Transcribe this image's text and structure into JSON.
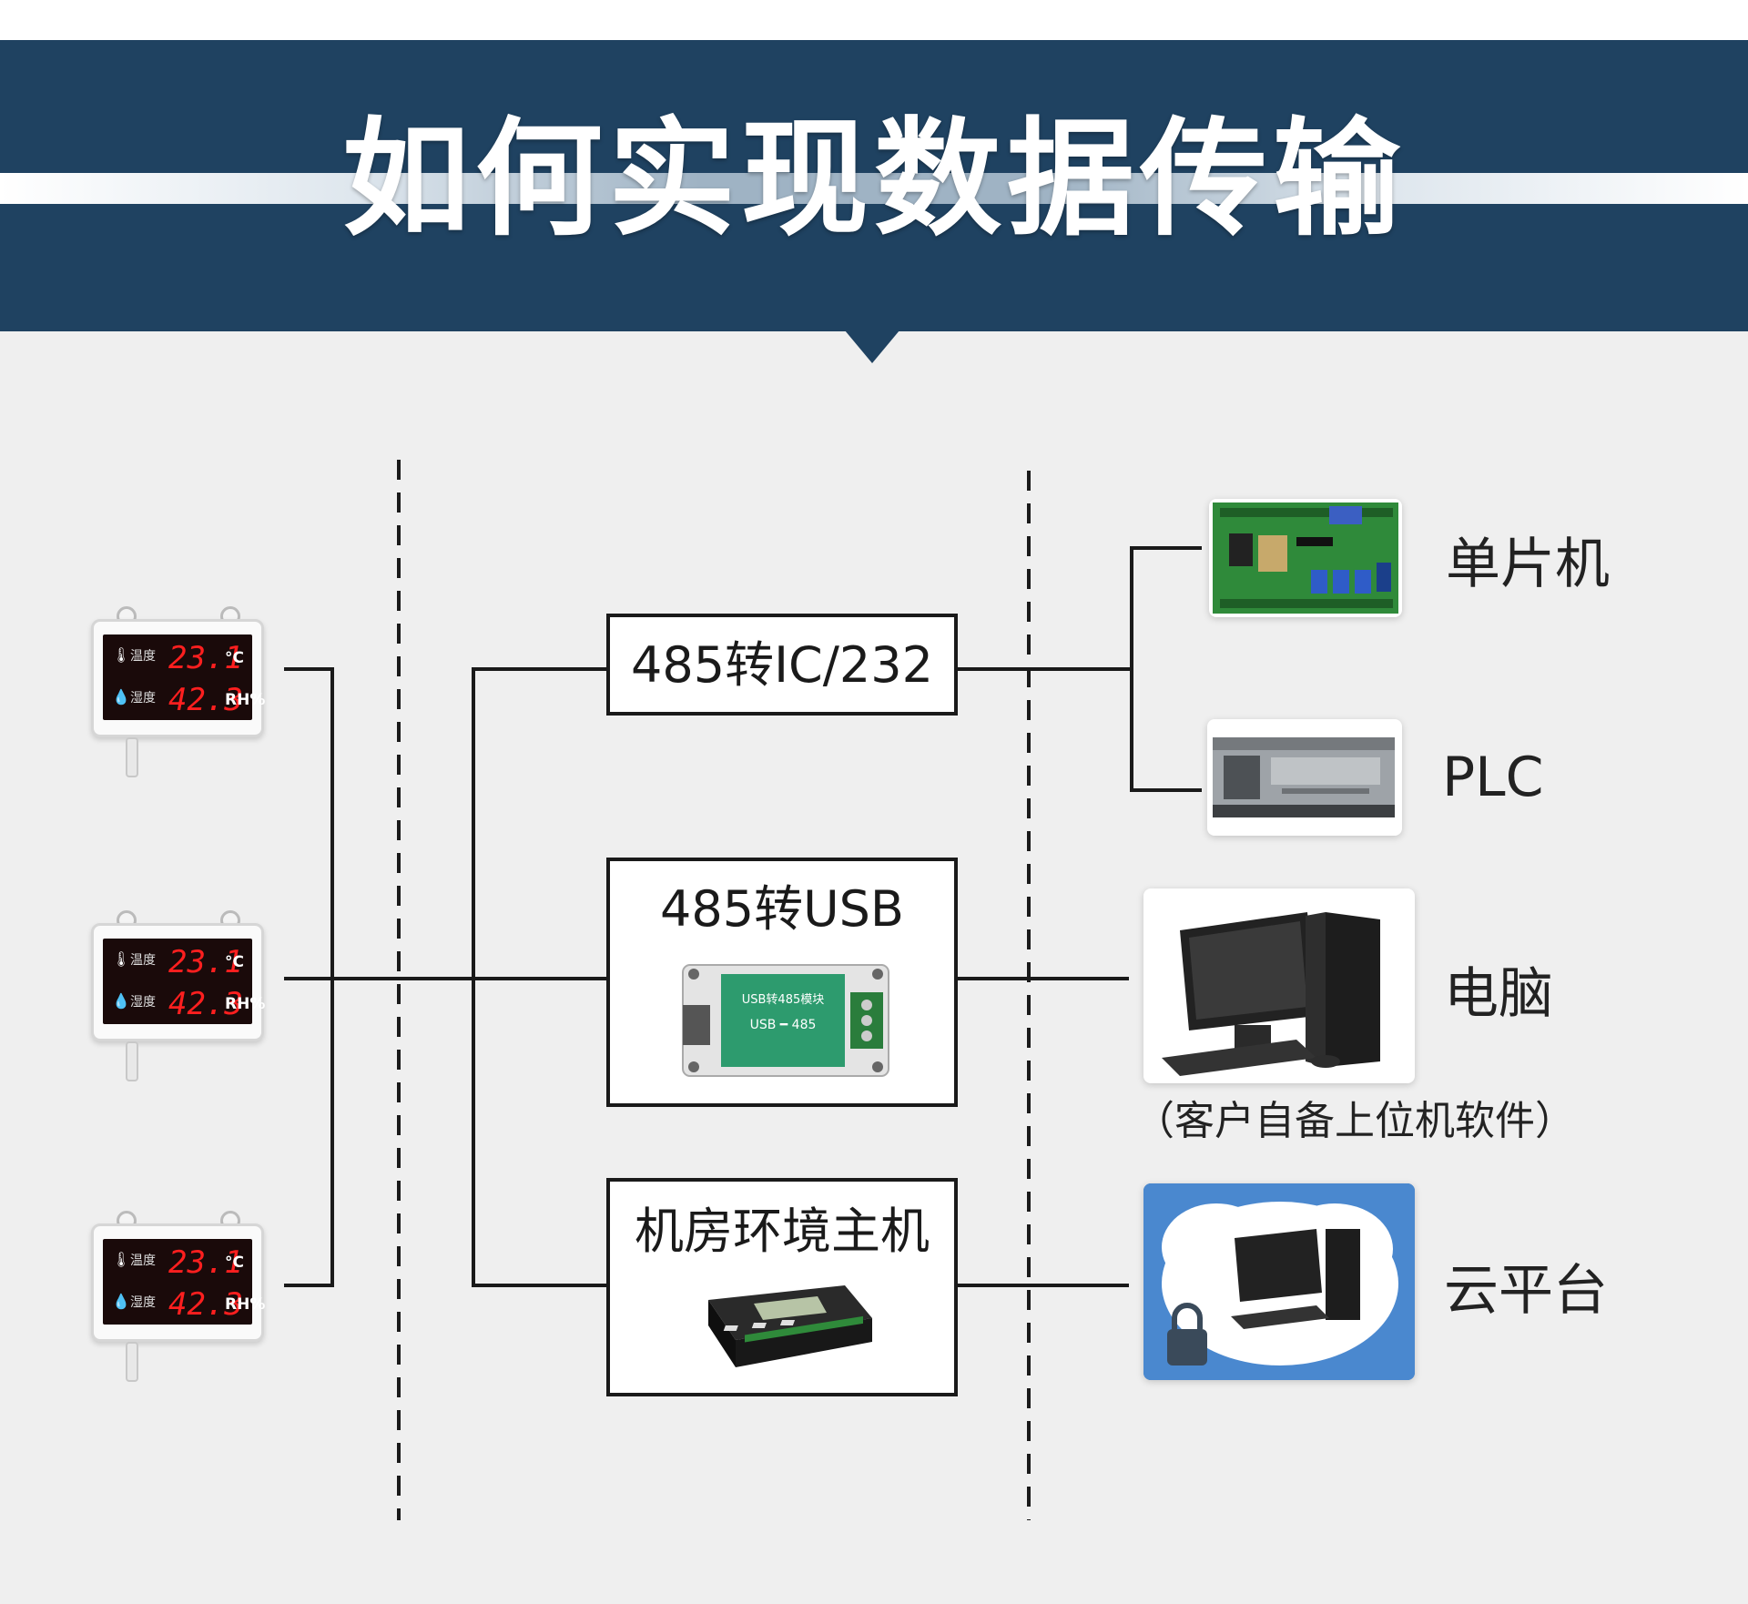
{
  "header": {
    "title": "如何实现数据传输"
  },
  "sensors": [
    {
      "temp_label": "温度",
      "temp_value": "23.1",
      "temp_unit": "°C",
      "hum_label": "湿度",
      "hum_value": "42.3",
      "hum_unit": "RH%"
    },
    {
      "temp_label": "温度",
      "temp_value": "23.1",
      "temp_unit": "°C",
      "hum_label": "湿度",
      "hum_value": "42.3",
      "hum_unit": "RH%"
    },
    {
      "temp_label": "温度",
      "temp_value": "23.1",
      "temp_unit": "°C",
      "hum_label": "湿度",
      "hum_value": "42.3",
      "hum_unit": "RH%"
    }
  ],
  "converters": {
    "ic232": {
      "label": "485转IC/232"
    },
    "usb": {
      "label": "485转USB",
      "module_text": "USB转485模块",
      "module_sub": "USB ━ 485"
    },
    "host": {
      "label": "机房环境主机"
    }
  },
  "targets": {
    "mcu": {
      "label": "单片机"
    },
    "plc": {
      "label": "PLC"
    },
    "pc": {
      "label": "电脑",
      "note": "（客户自备上位机软件）"
    },
    "cloud": {
      "label": "云平台"
    }
  },
  "colors": {
    "header_bg": "#1f4261",
    "line": "#1a1a1a",
    "display_red": "#ff1f1f",
    "pcb_green": "#2f8a3a"
  }
}
